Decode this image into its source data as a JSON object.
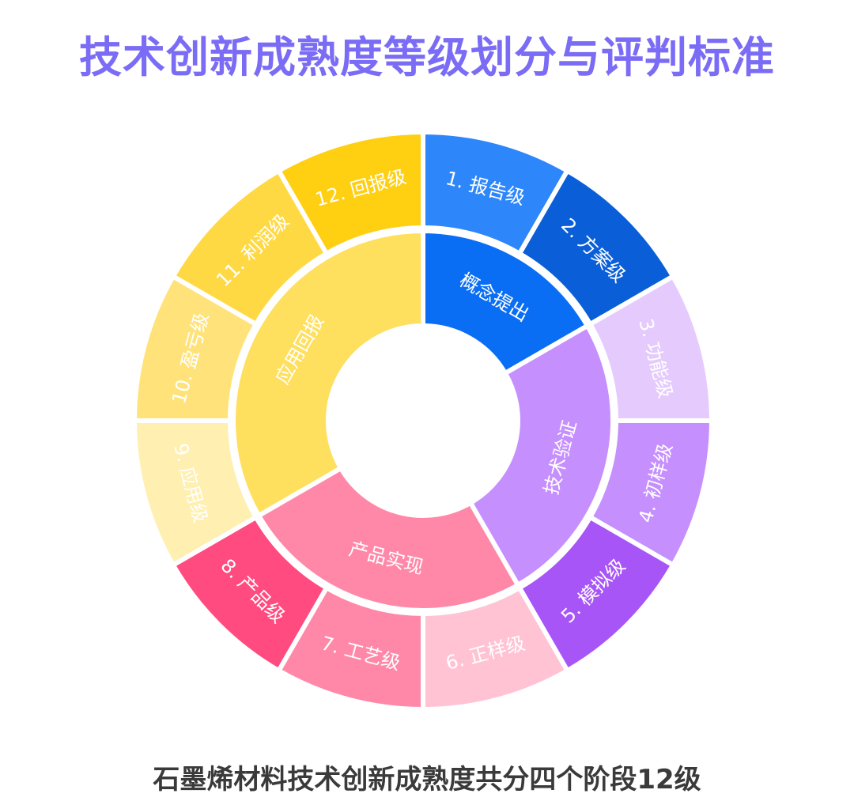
{
  "chart_data": {
    "type": "sunburst",
    "title": "技术创新成熟度等级划分与评判标准",
    "subtitle": "石墨烯材料技术创新成熟度共分四个阶段12级",
    "stages": [
      {
        "name": "概念提出",
        "color": "#0a6ef5",
        "levels": [
          {
            "label": "1. 报告级",
            "value": 1,
            "color": "#2e86fb"
          },
          {
            "label": "2. 方案级",
            "value": 1,
            "color": "#0a5fd8"
          }
        ]
      },
      {
        "name": "技术验证",
        "color": "#c68ffe",
        "levels": [
          {
            "label": "3. 功能级",
            "value": 1,
            "color": "#e5cbfd"
          },
          {
            "label": "4. 初样级",
            "value": 1,
            "color": "#c68ffe"
          },
          {
            "label": "5. 模拟级",
            "value": 1,
            "color": "#a855f7"
          }
        ]
      },
      {
        "name": "产品实现",
        "color": "#ff88a8",
        "levels": [
          {
            "label": "6. 正样级",
            "value": 1,
            "color": "#ffc3d4"
          },
          {
            "label": "7. 工艺级",
            "value": 1,
            "color": "#ff88a8"
          },
          {
            "label": "8. 产品级",
            "value": 1,
            "color": "#ff4b7f"
          }
        ]
      },
      {
        "name": "应用回报",
        "color": "#ffdf5e",
        "levels": [
          {
            "label": "9. 应用级",
            "value": 1,
            "color": "#ffefb0"
          },
          {
            "label": "10. 盈亏级",
            "value": 1,
            "color": "#ffe37a"
          },
          {
            "label": "11. 利润级",
            "value": 1,
            "color": "#ffd944"
          },
          {
            "label": "12. 回报级",
            "value": 1,
            "color": "#ffcf12"
          }
        ]
      }
    ]
  }
}
